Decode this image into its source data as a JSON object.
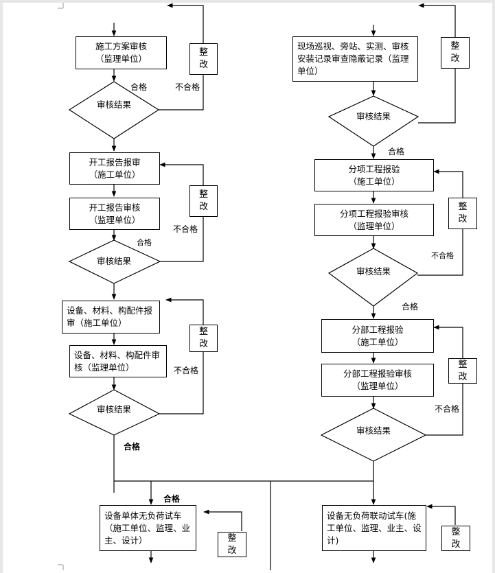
{
  "left": {
    "plan_review": "施工方案审核\n（监理单位）",
    "rectify_1": "整\n改",
    "decision_1": "审核结果",
    "pass_1": "合格",
    "fail_1": "不合格",
    "start_report": "开工报告报审\n（施工单位）",
    "start_review": "开工报告审核\n（监理单位）",
    "rectify_2": "整\n改",
    "fail_2": "不合格",
    "pass_2": "合格",
    "decision_2": "审核结果",
    "materials_report": "设备、材料、构配件报\n审（施工单位）",
    "materials_review": "设备、材料、构配件审\n核（监理单位）",
    "rectify_3": "整\n改",
    "fail_3": "不合格",
    "decision_3": "审核结果",
    "pass_3": "合格"
  },
  "right": {
    "inspection": "现场巡视、旁站、实测、审核\n安装记录审查隐蔽记录（监理\n单位）",
    "rectify_1": "整\n改",
    "decision_1": "审核结果",
    "pass_1": "合格",
    "sub_item_report": "分项工程报验\n（施工单位）",
    "sub_item_review": "分项工程报验审核\n（监理单位）",
    "rectify_2": "整\n改",
    "fail_2": "不合格",
    "decision_2": "审核结果",
    "pass_2": "合格",
    "division_report": "分部工程报验\n（施工单位）",
    "division_review": "分部工程报验审核\n（监理单位）",
    "rectify_3": "整\n改",
    "fail_3": "不合格",
    "decision_3": "审核结果"
  },
  "bottom": {
    "pass_label": "合格",
    "single_test": "设备单体无负荷试车\n（施工单位、监理、业\n主、设计）",
    "rectify_left": "整\n改",
    "linked_test": "设备无负荷联动试车(施\n工单位、监理、业主、设\n计)",
    "rectify_right": "整\n改"
  }
}
